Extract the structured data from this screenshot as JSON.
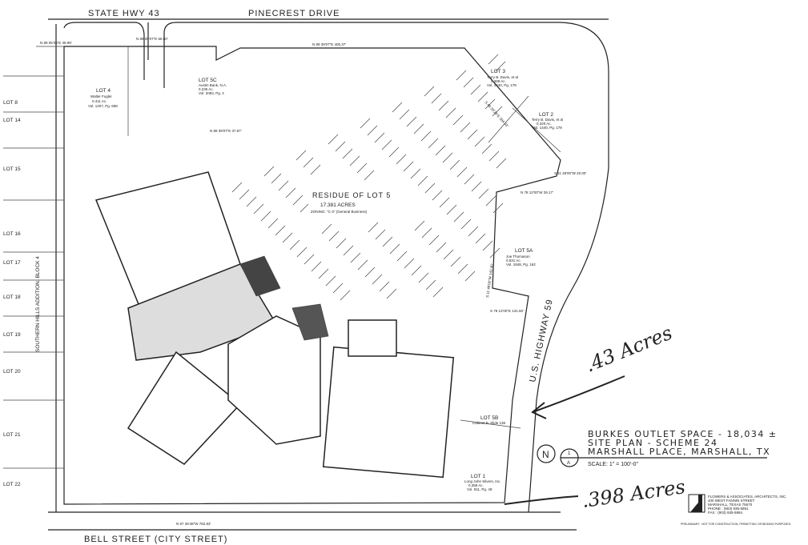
{
  "streets": {
    "north_left": "STATE HWY 43",
    "north_right": "PINECREST DRIVE",
    "south": "BELL STREET (CITY STREET)",
    "east": "U.S. HIGHWAY 59"
  },
  "adjacent_subdivision": "SOUTHERN HILLS ADDITION, BLOCK 4",
  "west_lots": [
    "LOT 8",
    "LOT 14",
    "LOT 15",
    "LOT 16",
    "LOT 17",
    "LOT 18",
    "LOT 19",
    "LOT 20",
    "LOT 21",
    "LOT 22"
  ],
  "parcels": {
    "lot4": {
      "name": "LOT 4",
      "owner": "Walter Fugler",
      "area": "0.411 Ac.",
      "record": "Vol. 1207, Pg. 698"
    },
    "lot5c": {
      "name": "LOT 5C",
      "owner": "Austin Bank, N.A.",
      "area": "0.235 Ac.",
      "record": "Vol. 2083, Pg. 4"
    },
    "lot3": {
      "name": "LOT 3",
      "owner": "Terry B. Davis, et al",
      "area": "0.389 Ac.",
      "record": "Vol. 1440, Pg. 178"
    },
    "lot2": {
      "name": "LOT 2",
      "owner": "Terry B. Davis, et al",
      "area": "0.320 Ac.",
      "record": "Vol. 1440, Pg. 178"
    },
    "lot5a": {
      "name": "LOT 5A",
      "owner": "Joe Thomason",
      "area": "0.531 Ac.",
      "record": "Vol. 1848, Pg. 162"
    },
    "lot5b": {
      "name": "LOT 5B",
      "record": "Cabinet B, Slide 138"
    },
    "lot1": {
      "name": "LOT 1",
      "owner": "Long John Silvers, Inc.",
      "area": "0.368 Ac.",
      "record": "Vol. 911, Pg. 48"
    },
    "residue": {
      "name": "RESIDUE OF LOT 5",
      "area": "17.381 ACRES",
      "zoning": "ZONING: \"C-3\" (General Business)"
    }
  },
  "bearings": {
    "north": "N 89 39'07\"E 405.37'",
    "south": "N 87 36'48\"W 782.83'",
    "northeast": "S 48 30'29\"E 304.93'",
    "nw1": "N 89 05'36\"E 38.99'",
    "nw2": "N 89 39'07\"E 68.50'",
    "lot5c": "N 89 39'07\"E 37.97'",
    "east1": "S 11 48'00\"W 20.00'",
    "east2": "N 78 12'00\"W 29.17'",
    "lot5a_s": "S 78 12'00\"E 131.60'",
    "lot5a_w": "S 11 48'00\"W 142.40'"
  },
  "annotations": {
    "upper": ".43 Acres",
    "lower": ".398 Acres"
  },
  "title_block": {
    "line1": "BURKES OUTLET SPACE - 18,034 ±",
    "line2": "SITE PLAN - SCHEME 24",
    "line3": "MARSHALL PLACE, MARSHALL, TX",
    "scale": "SCALE: 1\" = 100'-0\"",
    "north_letter": "N",
    "sheet_top": "1",
    "sheet_bottom": "A"
  },
  "architect": {
    "name": "FLOWERS & ASSOCIATES, ARCHITECTS, INC.",
    "street": "400 WEST FANNIN STREET",
    "city": "MARSHALL, TEXAS 75670",
    "phone": "PHONE : (903) 935-5891",
    "fax": "FAX : (903) 935-5884",
    "disclaimer": "PRELIMINARY : NOT FOR CONSTRUCTION, PERMITTING OR BIDDING PURPOSES."
  }
}
